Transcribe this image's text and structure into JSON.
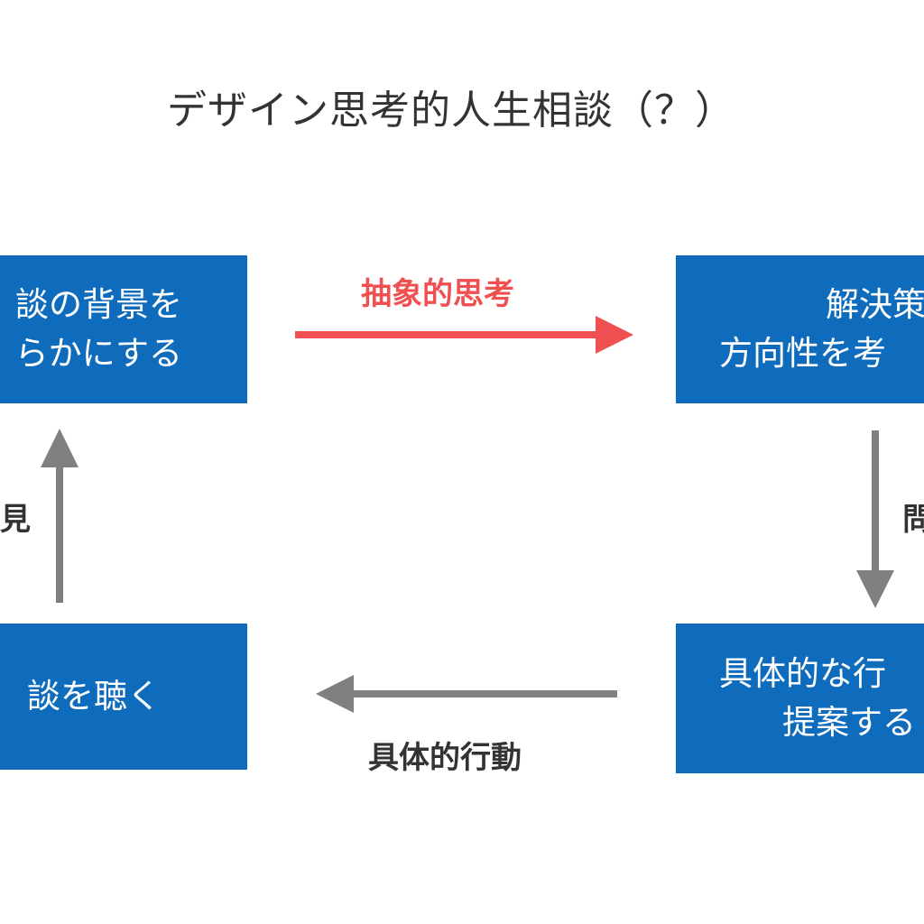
{
  "title": "デザイン思考的人生相談（？）",
  "boxes": {
    "top_left": {
      "line1": "談の背景を",
      "line2": "らかにする"
    },
    "top_right": {
      "line1": "解決策の",
      "line2": "方向性を考"
    },
    "bottom_left": {
      "line1": "談を聴く"
    },
    "bottom_right": {
      "line1": "具体的な行",
      "line2": "提案する"
    }
  },
  "arrows": {
    "top": {
      "label": "抽象的思考",
      "color": "#f05050"
    },
    "bottom": {
      "label": "具体的行動",
      "color": "#808080"
    },
    "left": {
      "label": "見",
      "color": "#808080"
    },
    "right": {
      "label": "問",
      "color": "#808080"
    }
  },
  "colors": {
    "box_fill": "#0f6cbd",
    "box_text": "#ffffff",
    "title_text": "#333333"
  }
}
